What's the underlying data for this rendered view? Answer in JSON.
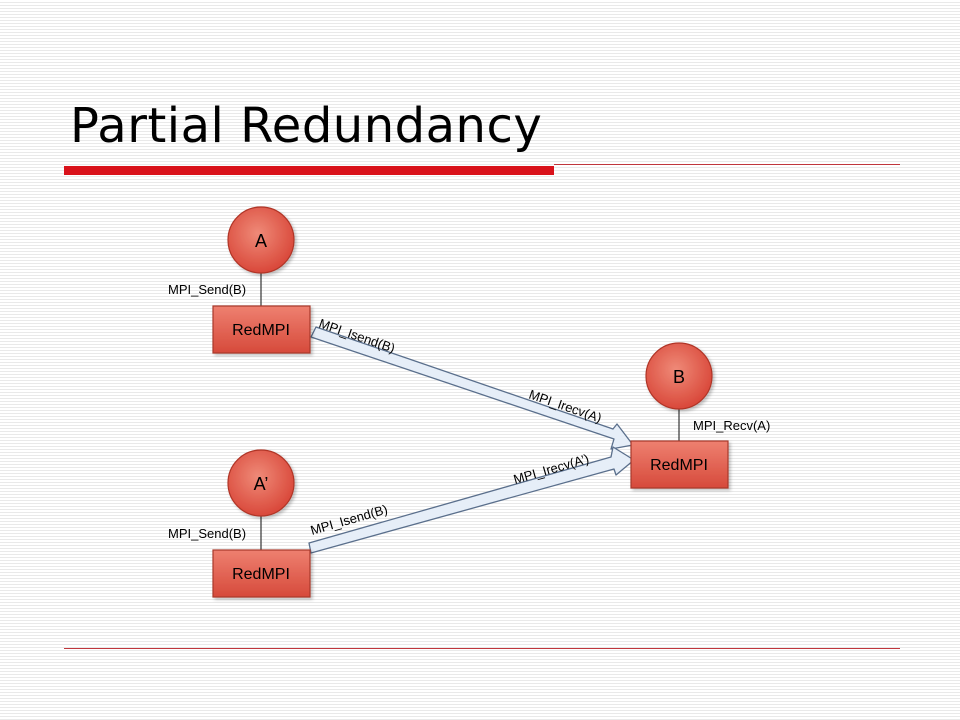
{
  "title": "Partial Redundancy",
  "colors": {
    "accent_red": "#d9121b",
    "rule_red": "#c0363c",
    "node_fill": "#e0594a",
    "node_fill_light": "#ed7d6c",
    "node_stroke": "#b03528",
    "arrow_fill": "#e6eef8",
    "arrow_stroke": "#5a6f8c"
  },
  "diagram": {
    "nodes": {
      "a": "A",
      "a_prime": "A’",
      "b": "B"
    },
    "boxes": {
      "redmpi_a": "RedMPI",
      "redmpi_a_prime": "RedMPI",
      "redmpi_b": "RedMPI"
    },
    "labels": {
      "a_send": "MPI_Send(B)",
      "a_prime_send": "MPI_Send(B)",
      "b_recv": "MPI_Recv(A)",
      "a_isend": "MPI_Isend(B)",
      "a_irecv": "MPI_Irecv(A)",
      "a_prime_isend": "MPI_Isend(B)",
      "a_prime_irecv": "MPI_Irecv(A’)"
    }
  }
}
